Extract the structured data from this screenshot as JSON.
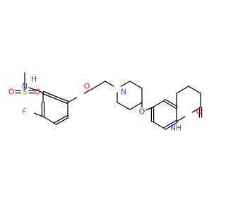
{
  "colors": {
    "bond": "#000000",
    "carbon": "#000000",
    "oxygen": "#ff0d0d",
    "nitrogen": "#3050f8",
    "sulfur": "#b8a400",
    "fluorine": "#33b233"
  },
  "atom_labels": {
    "sulfonyl_o_left": "O",
    "sulfonyl_s": "S",
    "sulfonyl_o_right": "O",
    "sulfonamide_n": "N",
    "sulfonamide_h": "H",
    "fluorine": "F",
    "aryl_ether_o": "O",
    "piperidine_n": "N",
    "piperidinyl_ether_o": "O",
    "lactam_nh": "NH",
    "lactam_o": "O"
  }
}
